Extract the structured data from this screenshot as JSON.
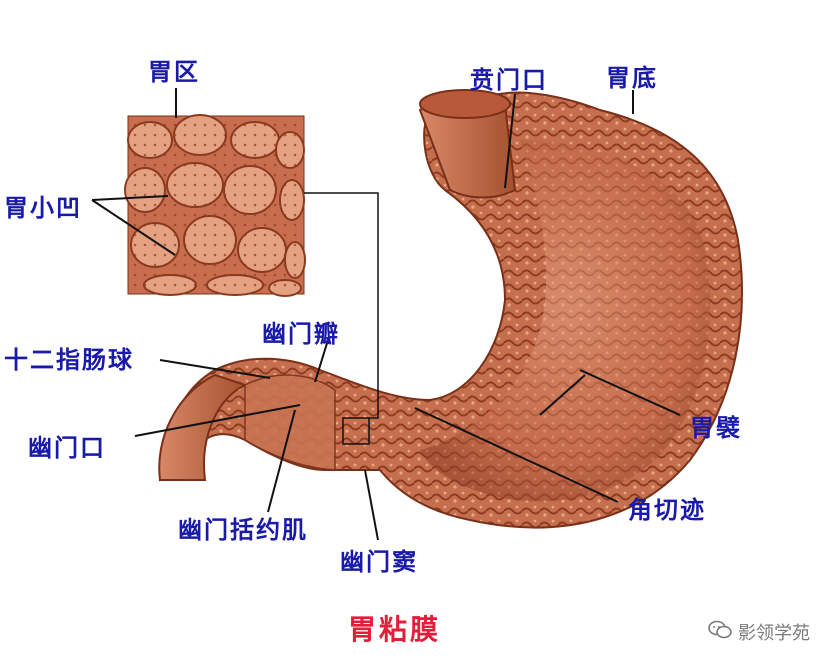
{
  "title": "胃粘膜",
  "labels": {
    "gastric_area": "胃区",
    "gastric_pits": "胃小凹",
    "duodenal_bulb": "十二指肠球",
    "pyloric_valve": "幽门瓣",
    "pylorus": "幽门口",
    "pyloric_sphincter": "幽门括约肌",
    "pyloric_antrum": "幽门窦",
    "cardia": "贲门口",
    "fundus": "胃底",
    "gastric_folds": "胃襞",
    "angular_incisure": "角切迹"
  },
  "watermark": "影领学苑",
  "colors": {
    "label": "#1a1aa8",
    "title": "#e0203a",
    "tissue": "#c46a4a",
    "tissue_dark": "#8f3e26",
    "tissue_light": "#e3a587"
  }
}
